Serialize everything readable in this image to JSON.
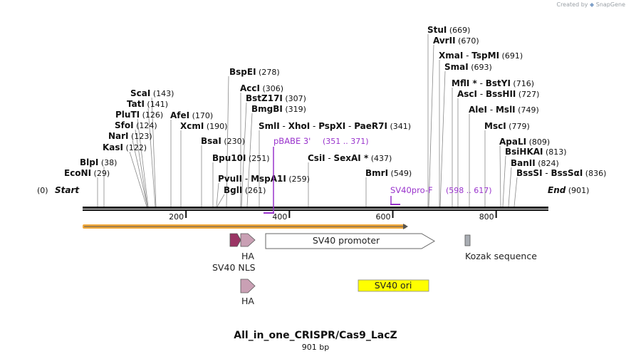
{
  "credit": {
    "prefix": "Created by",
    "brand": "SnapGene"
  },
  "plasmid": {
    "name": "All_in_one_CRISPR/Cas9_LacZ",
    "length": "901 bp"
  },
  "ruler": [
    {
      "pos": 200,
      "label": "200"
    },
    {
      "pos": 400,
      "label": "400"
    },
    {
      "pos": 600,
      "label": "600"
    },
    {
      "pos": 800,
      "label": "800"
    }
  ],
  "sites": [
    {
      "parts": [
        [
          "Start",
          "ital"
        ]
      ],
      "pos": "(0)"
    },
    {
      "parts": [
        [
          "EcoNI",
          "b"
        ]
      ],
      "pos": "(29)"
    },
    {
      "parts": [
        [
          "BlpI",
          "b"
        ]
      ],
      "pos": "(38)"
    },
    {
      "parts": [
        [
          "KasI",
          "b"
        ]
      ],
      "pos": "(122)"
    },
    {
      "parts": [
        [
          "NarI",
          "b"
        ]
      ],
      "pos": "(123)"
    },
    {
      "parts": [
        [
          "SfoI",
          "b"
        ]
      ],
      "pos": "(124)"
    },
    {
      "parts": [
        [
          "PluTI",
          "b"
        ]
      ],
      "pos": "(126)"
    },
    {
      "parts": [
        [
          "TatI",
          "b"
        ]
      ],
      "pos": "(141)"
    },
    {
      "parts": [
        [
          "ScaI",
          "b"
        ]
      ],
      "pos": "(143)"
    },
    {
      "parts": [
        [
          "AfeI",
          "b"
        ]
      ],
      "pos": "(170)"
    },
    {
      "parts": [
        [
          "XcmI",
          "b"
        ]
      ],
      "pos": "(190)"
    },
    {
      "parts": [
        [
          "BsaI",
          "b"
        ]
      ],
      "pos": "(230)"
    },
    {
      "parts": [
        [
          "Bpu10I",
          "b"
        ]
      ],
      "pos": "(251)"
    },
    {
      "parts": [
        [
          "PvuII",
          "b"
        ],
        [
          "  -  ",
          "n"
        ],
        [
          "MspA1I",
          "b"
        ]
      ],
      "pos": "(259)"
    },
    {
      "parts": [
        [
          "BglI",
          "b"
        ]
      ],
      "pos": "(261)"
    },
    {
      "parts": [
        [
          "BspEI",
          "b"
        ]
      ],
      "pos": "(278)"
    },
    {
      "parts": [
        [
          "AccI",
          "b"
        ]
      ],
      "pos": "(306)"
    },
    {
      "parts": [
        [
          "BstZ17I",
          "b"
        ]
      ],
      "pos": "(307)"
    },
    {
      "parts": [
        [
          "BmgBI",
          "b"
        ]
      ],
      "pos": "(319)"
    },
    {
      "parts": [
        [
          "SmlI",
          "b"
        ],
        [
          "  -  ",
          "n"
        ],
        [
          "XhoI",
          "b"
        ],
        [
          "  -  ",
          "n"
        ],
        [
          "PspXI",
          "b"
        ],
        [
          "  -  ",
          "n"
        ],
        [
          "PaeR7I",
          "b"
        ]
      ],
      "pos": "(341)"
    },
    {
      "parts": [
        [
          "CsiI",
          "b"
        ],
        [
          "  -  ",
          "n"
        ],
        [
          "SexAI *",
          "b"
        ]
      ],
      "pos": "(437)"
    },
    {
      "parts": [
        [
          "BmrI",
          "b"
        ]
      ],
      "pos": "(549)"
    },
    {
      "parts": [
        [
          "StuI",
          "b"
        ]
      ],
      "pos": "(669)"
    },
    {
      "parts": [
        [
          "AvrII",
          "b"
        ]
      ],
      "pos": "(670)"
    },
    {
      "parts": [
        [
          "XmaI",
          "b"
        ],
        [
          "  -  ",
          "n"
        ],
        [
          "TspMI",
          "b"
        ]
      ],
      "pos": "(691)"
    },
    {
      "parts": [
        [
          "SmaI",
          "b"
        ]
      ],
      "pos": "(693)"
    },
    {
      "parts": [
        [
          "MflI *",
          "b"
        ],
        [
          "  -  ",
          "n"
        ],
        [
          "BstYI",
          "b"
        ]
      ],
      "pos": "(716)"
    },
    {
      "parts": [
        [
          "AscI",
          "b"
        ],
        [
          "  -  ",
          "n"
        ],
        [
          "BssHII",
          "b"
        ]
      ],
      "pos": "(727)"
    },
    {
      "parts": [
        [
          "AleI",
          "b"
        ],
        [
          "  -  ",
          "n"
        ],
        [
          "MslI",
          "b"
        ]
      ],
      "pos": "(749)"
    },
    {
      "parts": [
        [
          "MscI",
          "b"
        ]
      ],
      "pos": "(779)"
    },
    {
      "parts": [
        [
          "ApaLI",
          "b"
        ]
      ],
      "pos": "(809)"
    },
    {
      "parts": [
        [
          "BsiHKAI",
          "b"
        ]
      ],
      "pos": "(813)"
    },
    {
      "parts": [
        [
          "BanII",
          "b"
        ]
      ],
      "pos": "(824)"
    },
    {
      "parts": [
        [
          "BssSI",
          "b"
        ],
        [
          "  -  ",
          "n"
        ],
        [
          "BssSαI",
          "b"
        ]
      ],
      "pos": "(836)"
    },
    {
      "parts": [
        [
          "End",
          "ital"
        ]
      ],
      "pos": "(901)"
    }
  ],
  "primers": [
    {
      "name": "pBABE 3'",
      "range": "(351 .. 371)",
      "color": "#9933cc"
    },
    {
      "name": "SV40pro-F",
      "range": "(598 .. 617)",
      "color": "#9933cc"
    }
  ],
  "features": [
    {
      "label": "SV40 NLS",
      "color": "#9b3565"
    },
    {
      "label": "HA",
      "color": "#c9a0b4"
    },
    {
      "label": "SV40 promoter",
      "color": "#ffffff"
    },
    {
      "label": "Kozak sequence",
      "color": "#a9adb3"
    },
    {
      "label": "HA",
      "color": "#c9a0b4"
    },
    {
      "label": "SV40 ori",
      "color": "#ffff00"
    }
  ],
  "orf_color": "#f2a93b"
}
